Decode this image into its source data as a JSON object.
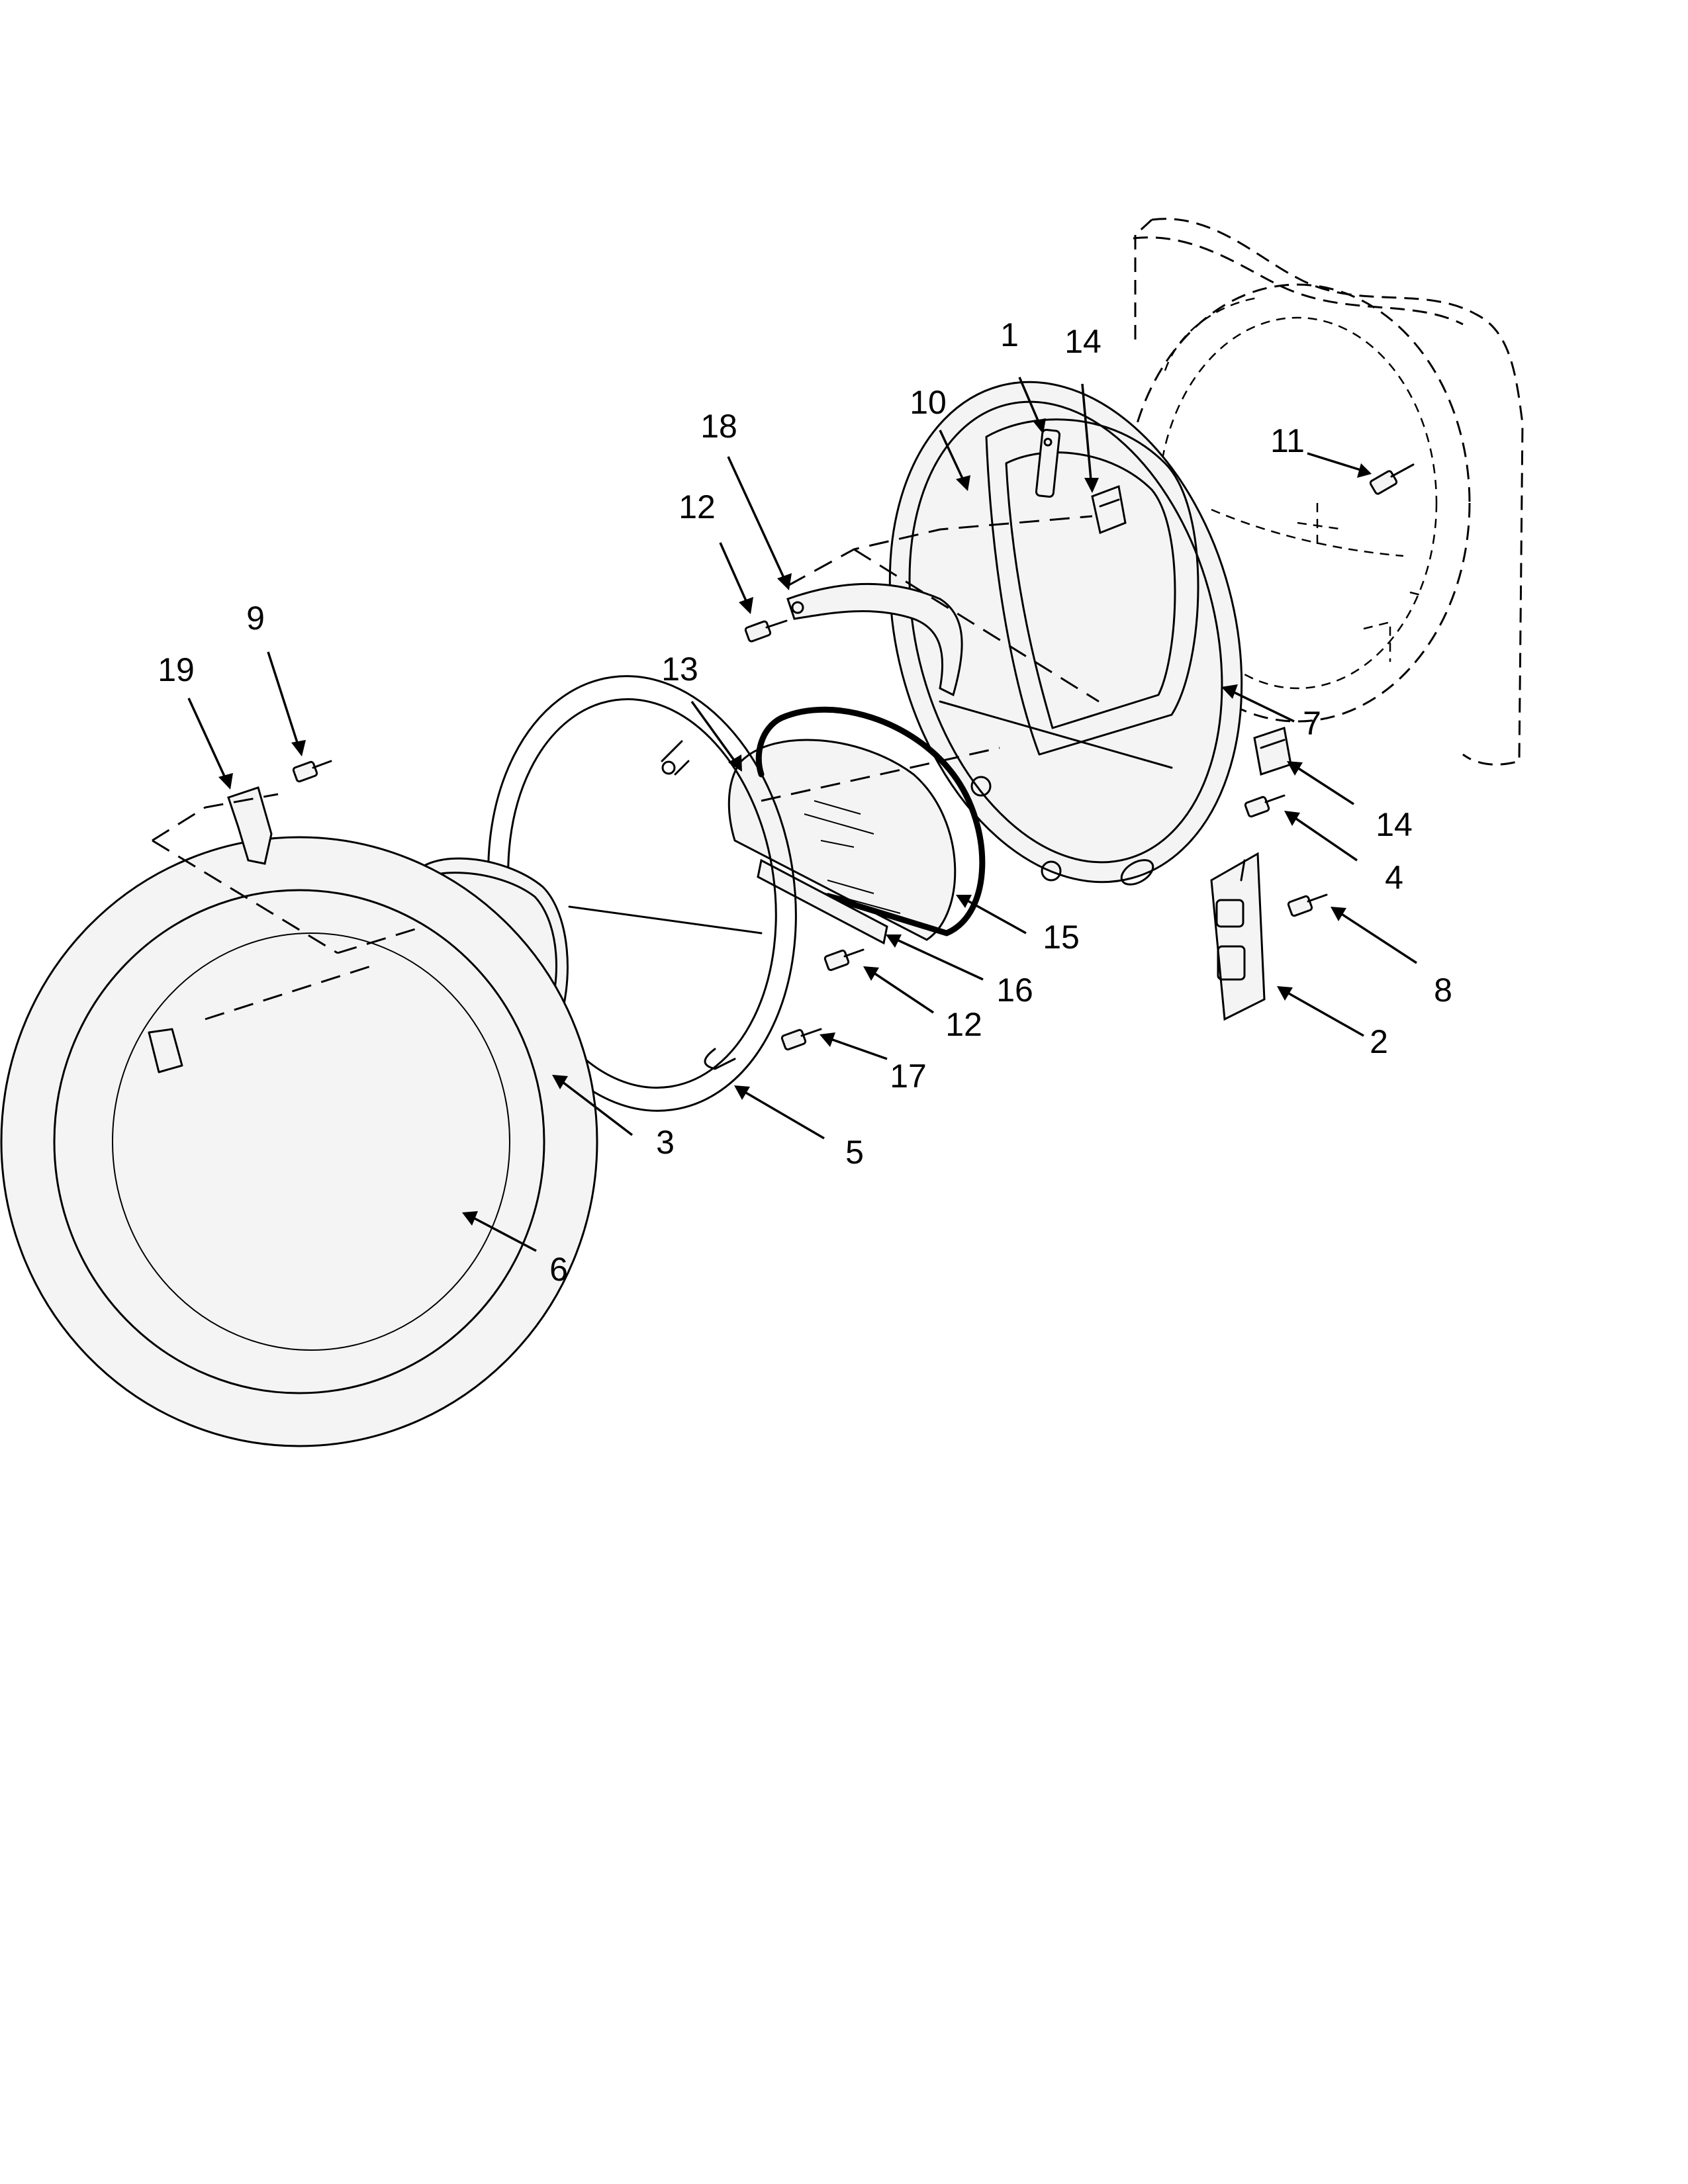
{
  "callouts": [
    {
      "label": "1"
    },
    {
      "label": "14"
    },
    {
      "label": "10"
    },
    {
      "label": "18"
    },
    {
      "label": "12"
    },
    {
      "label": "11"
    },
    {
      "label": "9"
    },
    {
      "label": "19"
    },
    {
      "label": "13"
    },
    {
      "label": "7"
    },
    {
      "label": "14"
    },
    {
      "label": "4"
    },
    {
      "label": "15"
    },
    {
      "label": "8"
    },
    {
      "label": "16"
    },
    {
      "label": "12"
    },
    {
      "label": "2"
    },
    {
      "label": "17"
    },
    {
      "label": "3"
    },
    {
      "label": "5"
    },
    {
      "label": "6"
    }
  ],
  "parts": [
    "cabinet-front-ghost",
    "door-hinge-bracket",
    "hinge-receptacle-upper",
    "hinge-receptacle-lower",
    "inner-door-frame",
    "door-handle-bar",
    "screw",
    "door-glass-inner",
    "door-gasket",
    "glass-retainer-strip",
    "door-hinge",
    "door-frame-inner",
    "door-window-outer",
    "outer-door-ring",
    "strike",
    "latch-screw"
  ]
}
